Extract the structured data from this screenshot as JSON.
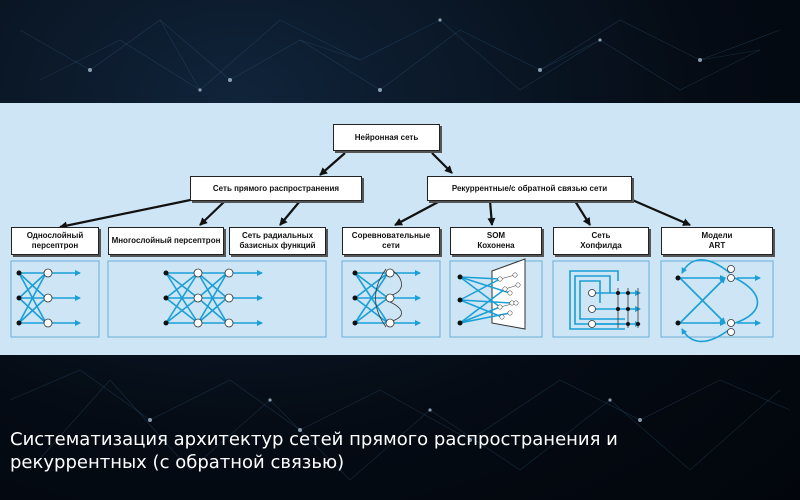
{
  "diagram": {
    "root": "Нейронная сеть",
    "feedforward": "Сеть прямого распространения",
    "recurrent": "Рекуррентные/с обратной связью сети",
    "leaves": {
      "single_layer_perceptron": "Однослойный персептрон",
      "multilayer_perceptron": "Многослойный персептрон",
      "rbf_network": "Сеть радиальных базисных функций",
      "competitive_networks": "Соревновательные сети",
      "som_kohonen": "SOM Кохонена",
      "hopfield_network": "Сеть Хопфилда",
      "art_models": "Модели ART"
    }
  },
  "caption": "Систематизация архитектур сетей прямого распространения и рекуррентных (с обратной связью)",
  "colors": {
    "panel": "#cde5f4",
    "edge": "#1a9fd6",
    "tree_arrow": "#111111",
    "caption": "#ffffff"
  }
}
